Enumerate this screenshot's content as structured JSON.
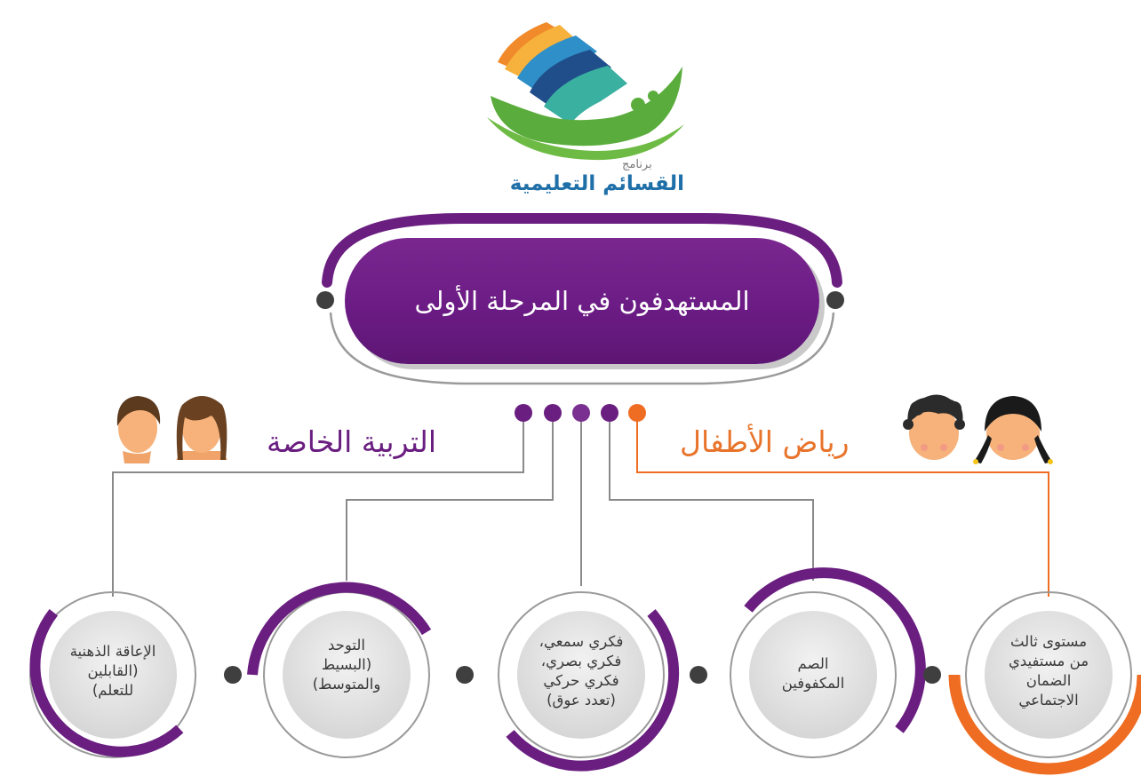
{
  "logo": {
    "program_word": "برنامج",
    "program_name": "القسائم التعليمية"
  },
  "header": {
    "title": "المستهدفون في المرحلة الأولى"
  },
  "branches": {
    "special_education": "التربية الخاصة",
    "kindergarten": "رياض الأطفال"
  },
  "circles": [
    {
      "lines": [
        "الإعاقة الذهنية",
        "(القابلين",
        "للتعلم)"
      ]
    },
    {
      "lines": [
        "التوحد",
        "(البسيط",
        "والمتوسط)"
      ]
    },
    {
      "lines": [
        "فكري سمعي،",
        "فكري بصري،",
        "فكري حركي",
        "(تعدد عوق)"
      ]
    },
    {
      "lines": [
        "الصم",
        "المكفوفين"
      ]
    },
    {
      "lines": [
        "مستوى ثالث",
        "من مستفيدي",
        "الضمان",
        "الاجتماعي"
      ]
    }
  ],
  "colors": {
    "purple": "#6a1e80",
    "orange": "#ef6d22",
    "gray_line": "#8a8a8a",
    "node_dark": "#3f3f3f"
  }
}
